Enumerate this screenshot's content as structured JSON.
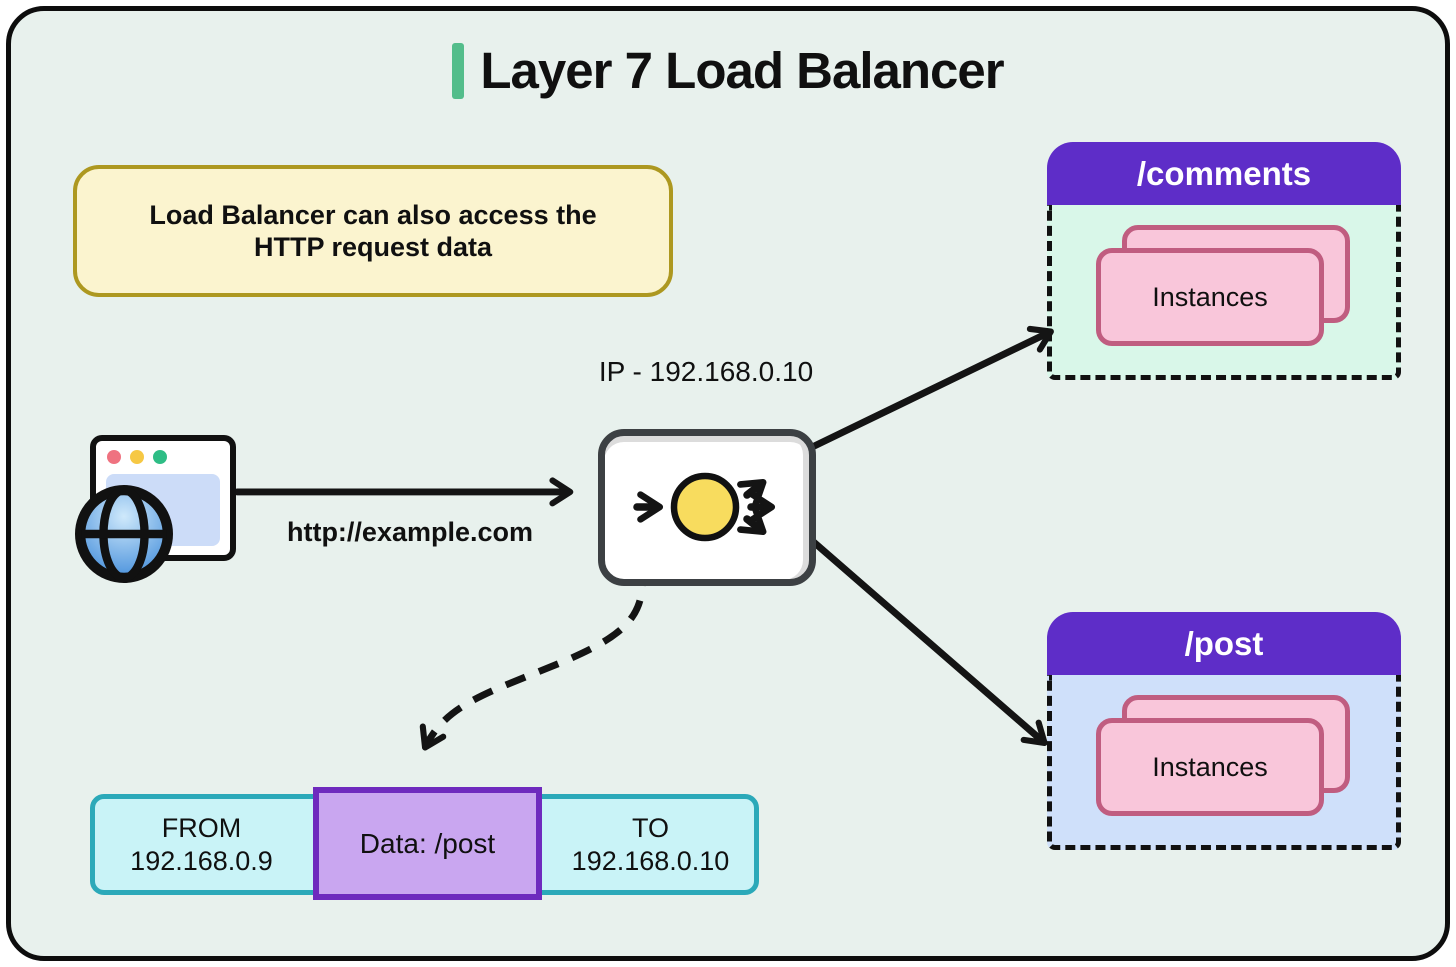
{
  "title": "Layer 7 Load Balancer",
  "note": {
    "line1": "Load Balancer can also access the",
    "line2": "HTTP request data"
  },
  "client": {
    "request_label": "http://example.com"
  },
  "load_balancer": {
    "ip_label": "IP - 192.168.0.10"
  },
  "routes": {
    "comments": {
      "path": "/comments",
      "instances_label": "Instances"
    },
    "post": {
      "path": "/post",
      "instances_label": "Instances"
    }
  },
  "packet": {
    "from_label": "FROM",
    "from_ip": "192.168.0.9",
    "data_label": "Data: /post",
    "to_label": "TO",
    "to_ip": "192.168.0.10"
  },
  "colors": {
    "background": "#e8f1ed",
    "title_accent": "#53bd8b",
    "note_bg": "#fbf4cf",
    "note_border": "#ad9820",
    "route_header_bg": "#5e2dc8",
    "comments_body_bg": "#d9f7e9",
    "post_body_bg": "#cfe0fa",
    "instance_bg": "#f9c6da",
    "instance_border": "#c05d80",
    "packet_bg": "#c9f3f7",
    "packet_border": "#2ba9b9",
    "packet_data_bg": "#c9a6f0",
    "packet_data_border": "#6e2abe",
    "lb_circle_fill": "#f8dc5e",
    "browser_dot_red": "#ef7280",
    "browser_dot_yellow": "#f6c844",
    "browser_dot_green": "#2ebd85"
  }
}
